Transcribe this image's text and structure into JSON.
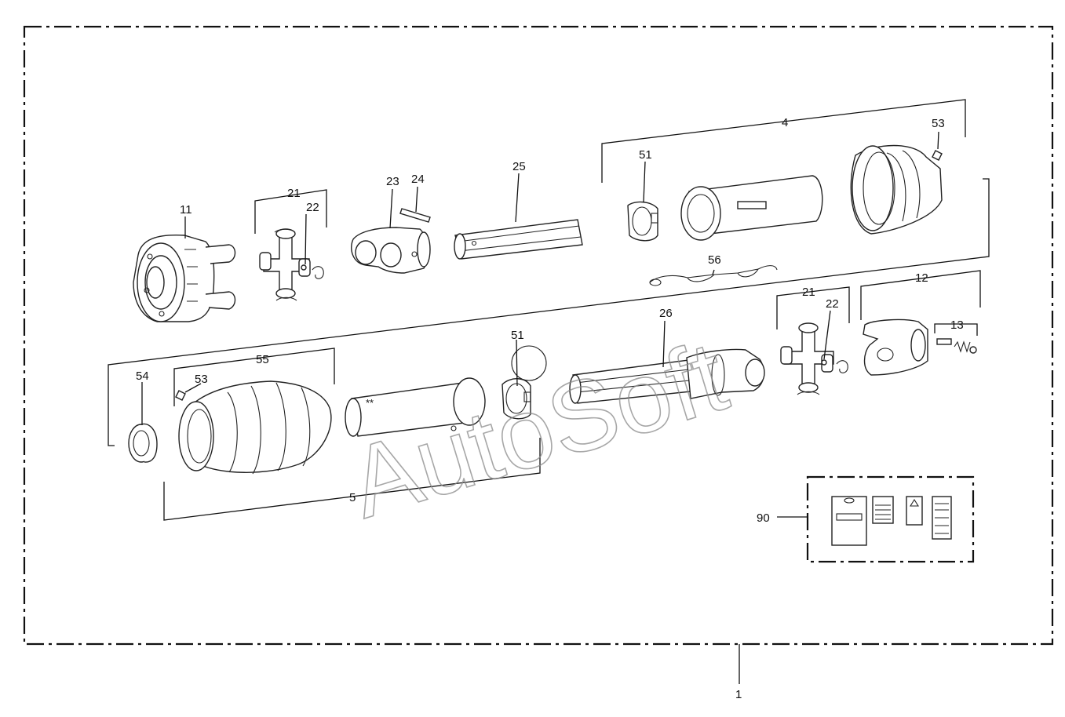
{
  "callouts": {
    "c1": "1",
    "c4": "4",
    "c5": "5",
    "c11": "11",
    "c12": "12",
    "c13": "13",
    "c21a": "21",
    "c21b": "21",
    "c22a": "22",
    "c22b": "22",
    "c23": "23",
    "c24": "24",
    "c25": "25",
    "c26": "26",
    "c51a": "51",
    "c51b": "51",
    "c53a": "53",
    "c53b": "53",
    "c54": "54",
    "c55": "55",
    "c56": "56",
    "c90": "90"
  },
  "tube_mark": "**",
  "watermark": "AutoSoft",
  "icons": [
    "guard-tube-icon",
    "guard-cone-icon",
    "clutch-yoke-icon",
    "cross-kit-icon",
    "yoke-icon",
    "chain-icon",
    "label-set-icon"
  ]
}
